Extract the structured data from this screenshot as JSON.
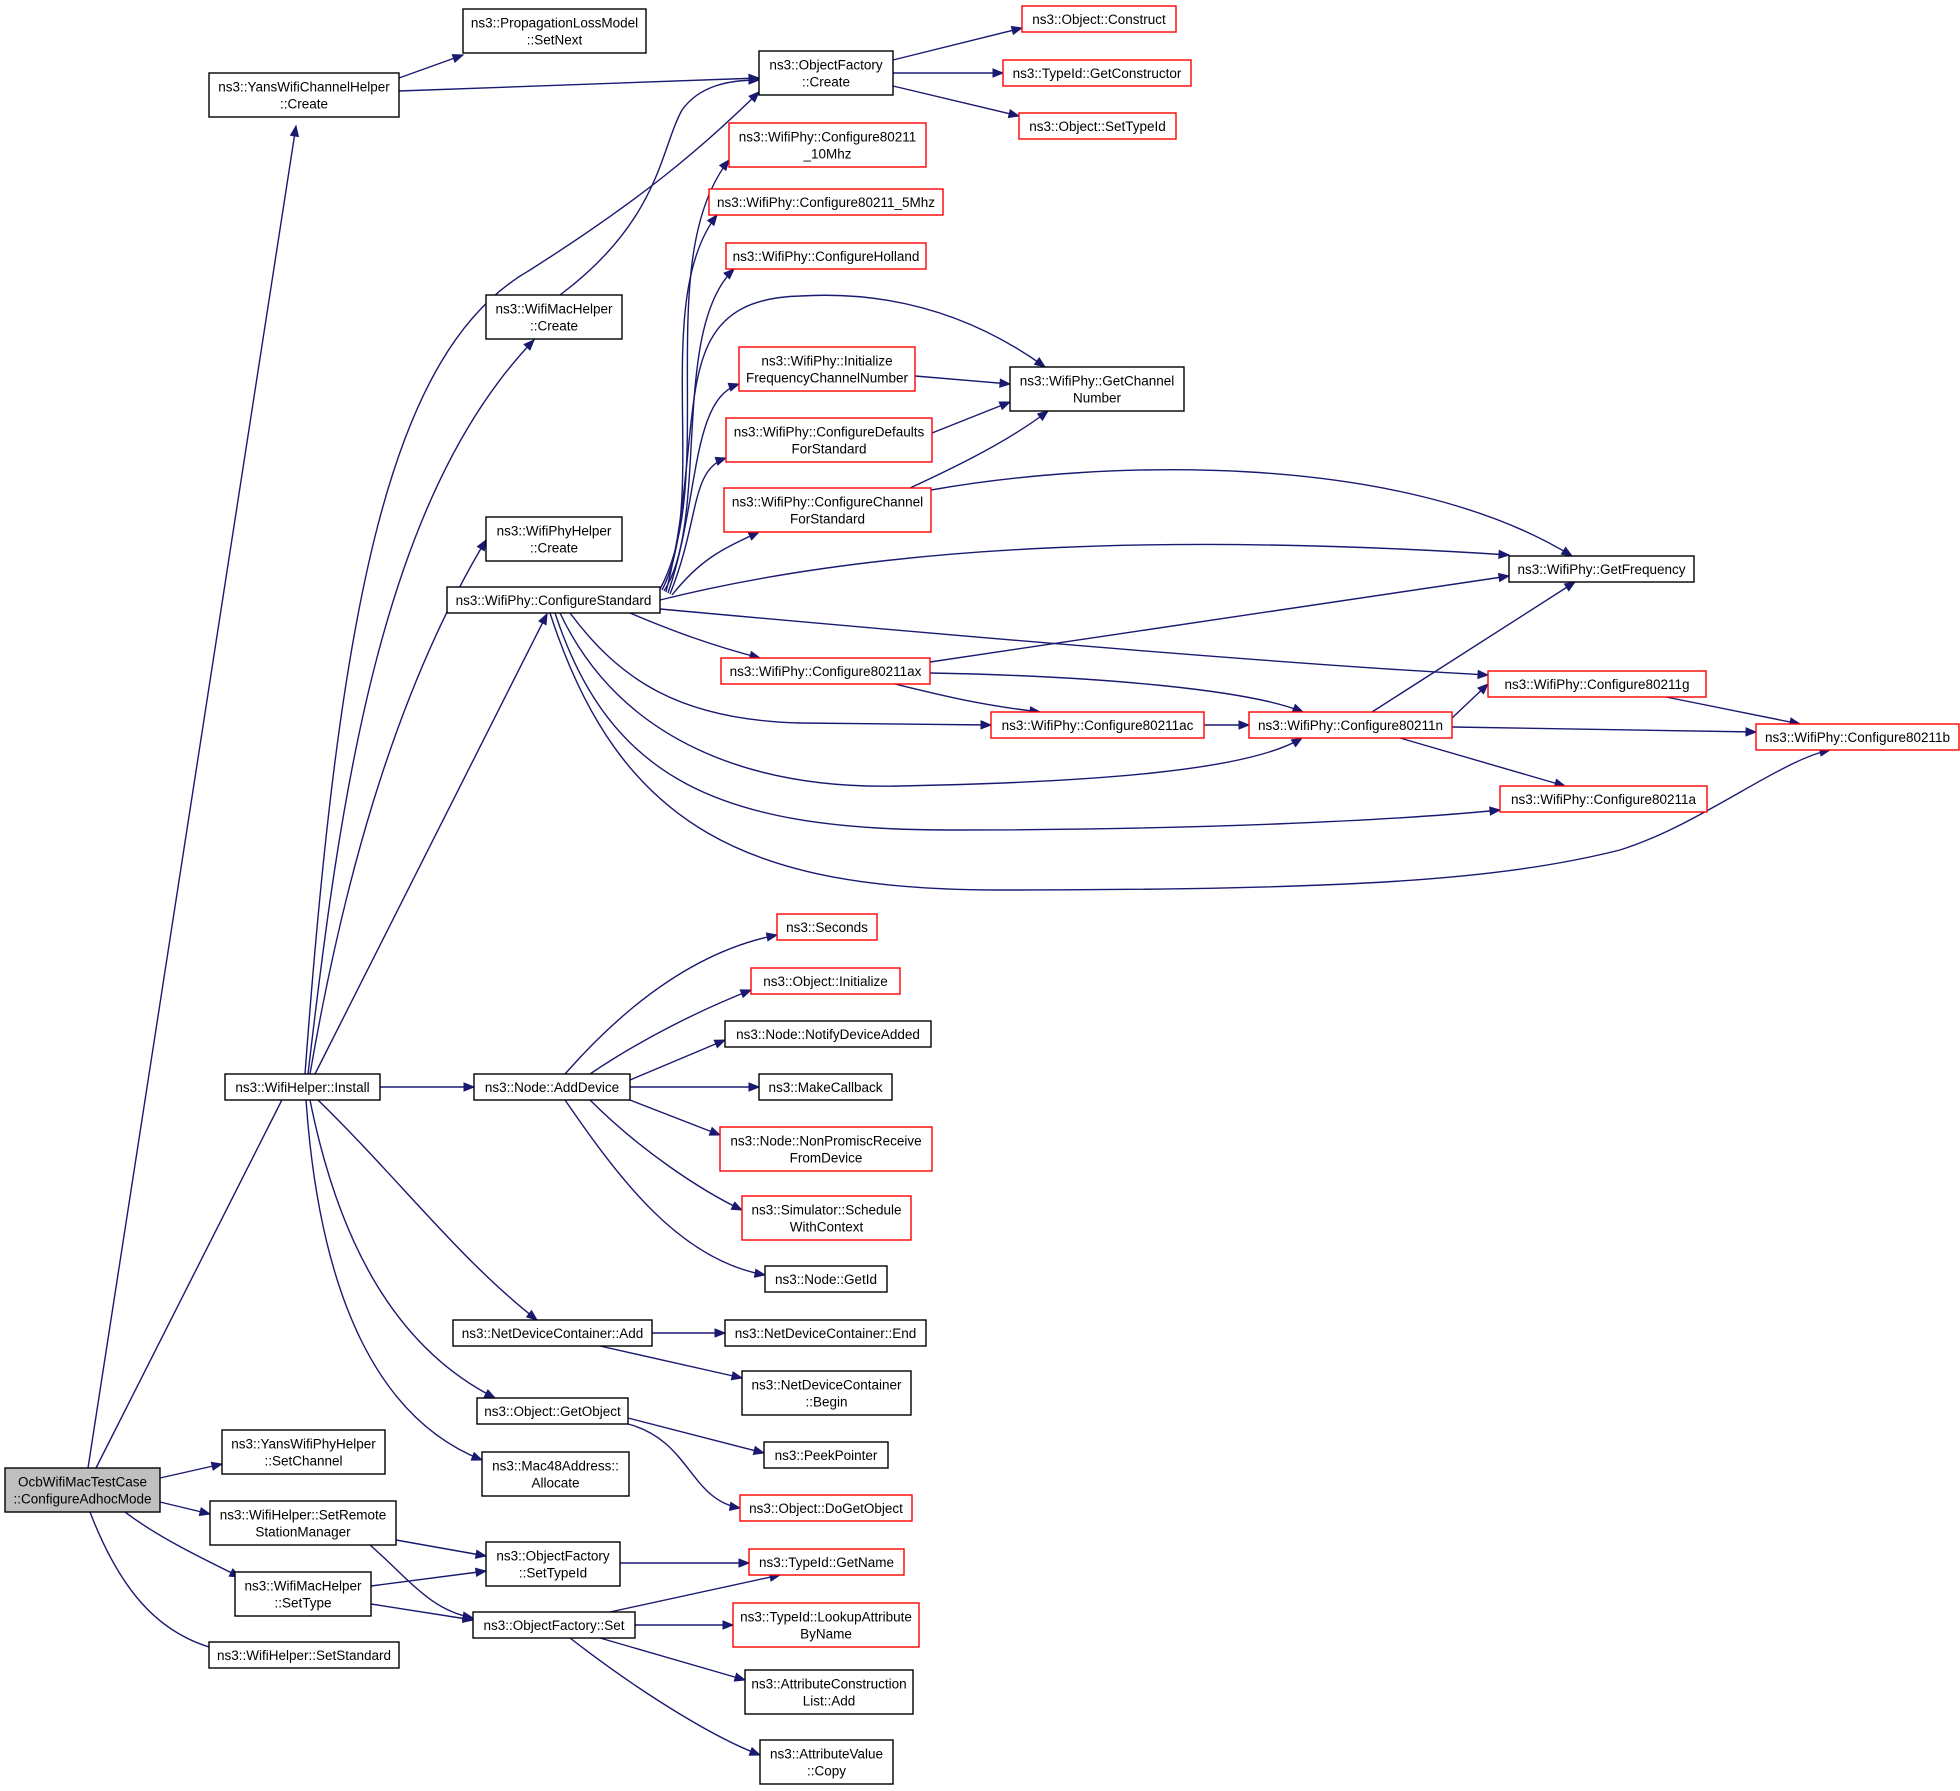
{
  "colors": {
    "edge": "#191970",
    "node_fill": "#ffffff",
    "node_border_documented": "#000000",
    "node_border_undocumented": "#ff0000",
    "root_fill": "#bfbfbf",
    "text": "#000000"
  },
  "nodes": [
    {
      "id": "root",
      "lines": [
        "OcbWifiMacTestCase",
        "::ConfigureAdhocMode"
      ],
      "style": "root"
    },
    {
      "id": "yans_chan_create",
      "lines": [
        "ns3::YansWifiChannelHelper",
        "::Create"
      ],
      "style": "black"
    },
    {
      "id": "prop_setnext",
      "lines": [
        "ns3::PropagationLossModel",
        "::SetNext"
      ],
      "style": "black"
    },
    {
      "id": "objfac_create",
      "lines": [
        "ns3::ObjectFactory",
        "::Create"
      ],
      "style": "black"
    },
    {
      "id": "obj_construct",
      "lines": [
        "ns3::Object::Construct"
      ],
      "style": "red"
    },
    {
      "id": "typeid_getctor",
      "lines": [
        "ns3::TypeId::GetConstructor"
      ],
      "style": "red"
    },
    {
      "id": "obj_settypeid",
      "lines": [
        "ns3::Object::SetTypeId"
      ],
      "style": "red"
    },
    {
      "id": "cfg_10mhz",
      "lines": [
        "ns3::WifiPhy::Configure80211",
        "_10Mhz"
      ],
      "style": "red"
    },
    {
      "id": "cfg_5mhz",
      "lines": [
        "ns3::WifiPhy::Configure80211_5Mhz"
      ],
      "style": "red"
    },
    {
      "id": "cfg_holland",
      "lines": [
        "ns3::WifiPhy::ConfigureHolland"
      ],
      "style": "red"
    },
    {
      "id": "macH_create",
      "lines": [
        "ns3::WifiMacHelper",
        "::Create"
      ],
      "style": "black"
    },
    {
      "id": "init_freq",
      "lines": [
        "ns3::WifiPhy::Initialize",
        "FrequencyChannelNumber"
      ],
      "style": "red"
    },
    {
      "id": "get_chan",
      "lines": [
        "ns3::WifiPhy::GetChannel",
        "Number"
      ],
      "style": "black"
    },
    {
      "id": "cfg_defaults",
      "lines": [
        "ns3::WifiPhy::ConfigureDefaults",
        "ForStandard"
      ],
      "style": "red"
    },
    {
      "id": "cfg_channel",
      "lines": [
        "ns3::WifiPhy::ConfigureChannel",
        "ForStandard"
      ],
      "style": "red"
    },
    {
      "id": "phyH_create",
      "lines": [
        "ns3::WifiPhyHelper",
        "::Create"
      ],
      "style": "black"
    },
    {
      "id": "cfg_std",
      "lines": [
        "ns3::WifiPhy::ConfigureStandard"
      ],
      "style": "black"
    },
    {
      "id": "get_freq",
      "lines": [
        "ns3::WifiPhy::GetFrequency"
      ],
      "style": "black"
    },
    {
      "id": "cfg_ax",
      "lines": [
        "ns3::WifiPhy::Configure80211ax"
      ],
      "style": "red"
    },
    {
      "id": "cfg_g",
      "lines": [
        "ns3::WifiPhy::Configure80211g"
      ],
      "style": "red"
    },
    {
      "id": "cfg_ac",
      "lines": [
        "ns3::WifiPhy::Configure80211ac"
      ],
      "style": "red"
    },
    {
      "id": "cfg_n",
      "lines": [
        "ns3::WifiPhy::Configure80211n"
      ],
      "style": "red"
    },
    {
      "id": "cfg_b",
      "lines": [
        "ns3::WifiPhy::Configure80211b"
      ],
      "style": "red"
    },
    {
      "id": "cfg_a",
      "lines": [
        "ns3::WifiPhy::Configure80211a"
      ],
      "style": "red"
    },
    {
      "id": "seconds",
      "lines": [
        "ns3::Seconds"
      ],
      "style": "red"
    },
    {
      "id": "obj_init",
      "lines": [
        "ns3::Object::Initialize"
      ],
      "style": "red"
    },
    {
      "id": "notify_dev",
      "lines": [
        "ns3::Node::NotifyDeviceAdded"
      ],
      "style": "black"
    },
    {
      "id": "wifiH_install",
      "lines": [
        "ns3::WifiHelper::Install"
      ],
      "style": "black"
    },
    {
      "id": "node_adddev",
      "lines": [
        "ns3::Node::AddDevice"
      ],
      "style": "black"
    },
    {
      "id": "make_cb",
      "lines": [
        "ns3::MakeCallback"
      ],
      "style": "black"
    },
    {
      "id": "nonpromisc",
      "lines": [
        "ns3::Node::NonPromiscReceive",
        "FromDevice"
      ],
      "style": "red"
    },
    {
      "id": "sched_ctx",
      "lines": [
        "ns3::Simulator::Schedule",
        "WithContext"
      ],
      "style": "red"
    },
    {
      "id": "node_getid",
      "lines": [
        "ns3::Node::GetId"
      ],
      "style": "black"
    },
    {
      "id": "ndc_add",
      "lines": [
        "ns3::NetDeviceContainer::Add"
      ],
      "style": "black"
    },
    {
      "id": "ndc_end",
      "lines": [
        "ns3::NetDeviceContainer::End"
      ],
      "style": "black"
    },
    {
      "id": "ndc_begin",
      "lines": [
        "ns3::NetDeviceContainer",
        "::Begin"
      ],
      "style": "black"
    },
    {
      "id": "obj_getobj",
      "lines": [
        "ns3::Object::GetObject"
      ],
      "style": "black"
    },
    {
      "id": "peek",
      "lines": [
        "ns3::PeekPointer"
      ],
      "style": "black"
    },
    {
      "id": "mac48",
      "lines": [
        "ns3::Mac48Address::",
        "Allocate"
      ],
      "style": "black"
    },
    {
      "id": "dogetobj",
      "lines": [
        "ns3::Object::DoGetObject"
      ],
      "style": "red"
    },
    {
      "id": "yans_phy_setchan",
      "lines": [
        "ns3::YansWifiPhyHelper",
        "::SetChannel"
      ],
      "style": "black"
    },
    {
      "id": "wifiH_setremote",
      "lines": [
        "ns3::WifiHelper::SetRemote",
        "StationManager"
      ],
      "style": "black"
    },
    {
      "id": "objfac_settypeid",
      "lines": [
        "ns3::ObjectFactory",
        "::SetTypeId"
      ],
      "style": "black"
    },
    {
      "id": "typeid_getname",
      "lines": [
        "ns3::TypeId::GetName"
      ],
      "style": "red"
    },
    {
      "id": "macH_settype",
      "lines": [
        "ns3::WifiMacHelper",
        "::SetType"
      ],
      "style": "black"
    },
    {
      "id": "objfac_set",
      "lines": [
        "ns3::ObjectFactory::Set"
      ],
      "style": "black"
    },
    {
      "id": "lookup_attr",
      "lines": [
        "ns3::TypeId::LookupAttribute",
        "ByName"
      ],
      "style": "red"
    },
    {
      "id": "attr_list_add",
      "lines": [
        "ns3::AttributeConstruction",
        "List::Add"
      ],
      "style": "black"
    },
    {
      "id": "attr_copy",
      "lines": [
        "ns3::AttributeValue",
        "::Copy"
      ],
      "style": "black"
    },
    {
      "id": "wifiH_setstd",
      "lines": [
        "ns3::WifiHelper::SetStandard"
      ],
      "style": "black"
    }
  ],
  "edges": [
    [
      "root",
      "yans_chan_create"
    ],
    [
      "root",
      "wifiH_install"
    ],
    [
      "root",
      "yans_phy_setchan"
    ],
    [
      "root",
      "wifiH_setremote"
    ],
    [
      "root",
      "macH_settype"
    ],
    [
      "root",
      "wifiH_setstd"
    ],
    [
      "yans_chan_create",
      "prop_setnext"
    ],
    [
      "yans_chan_create",
      "objfac_create"
    ],
    [
      "objfac_create",
      "obj_construct"
    ],
    [
      "objfac_create",
      "typeid_getctor"
    ],
    [
      "objfac_create",
      "obj_settypeid"
    ],
    [
      "wifiH_install",
      "objfac_create"
    ],
    [
      "wifiH_install",
      "macH_create"
    ],
    [
      "wifiH_install",
      "phyH_create"
    ],
    [
      "wifiH_install",
      "cfg_std"
    ],
    [
      "wifiH_install",
      "node_adddev"
    ],
    [
      "wifiH_install",
      "ndc_add"
    ],
    [
      "wifiH_install",
      "obj_getobj"
    ],
    [
      "wifiH_install",
      "mac48"
    ],
    [
      "macH_create",
      "objfac_create"
    ],
    [
      "cfg_std",
      "cfg_10mhz"
    ],
    [
      "cfg_std",
      "cfg_5mhz"
    ],
    [
      "cfg_std",
      "cfg_holland"
    ],
    [
      "cfg_std",
      "get_chan"
    ],
    [
      "cfg_std",
      "init_freq"
    ],
    [
      "cfg_std",
      "cfg_defaults"
    ],
    [
      "cfg_std",
      "cfg_channel"
    ],
    [
      "cfg_std",
      "get_freq"
    ],
    [
      "cfg_std",
      "cfg_g"
    ],
    [
      "cfg_std",
      "cfg_ax"
    ],
    [
      "cfg_std",
      "cfg_ac"
    ],
    [
      "cfg_std",
      "cfg_n"
    ],
    [
      "cfg_std",
      "cfg_a"
    ],
    [
      "cfg_std",
      "cfg_b"
    ],
    [
      "init_freq",
      "get_chan"
    ],
    [
      "cfg_defaults",
      "get_chan"
    ],
    [
      "cfg_channel",
      "get_chan"
    ],
    [
      "cfg_channel",
      "get_freq"
    ],
    [
      "cfg_ax",
      "get_freq"
    ],
    [
      "cfg_ax",
      "cfg_ac"
    ],
    [
      "cfg_ax",
      "cfg_n"
    ],
    [
      "cfg_ac",
      "cfg_n"
    ],
    [
      "cfg_n",
      "get_freq"
    ],
    [
      "cfg_n",
      "cfg_g"
    ],
    [
      "cfg_n",
      "cfg_b"
    ],
    [
      "cfg_n",
      "cfg_a"
    ],
    [
      "cfg_g",
      "cfg_b"
    ],
    [
      "node_adddev",
      "seconds"
    ],
    [
      "node_adddev",
      "obj_init"
    ],
    [
      "node_adddev",
      "notify_dev"
    ],
    [
      "node_adddev",
      "make_cb"
    ],
    [
      "node_adddev",
      "nonpromisc"
    ],
    [
      "node_adddev",
      "sched_ctx"
    ],
    [
      "node_adddev",
      "node_getid"
    ],
    [
      "ndc_add",
      "ndc_end"
    ],
    [
      "ndc_add",
      "ndc_begin"
    ],
    [
      "obj_getobj",
      "peek"
    ],
    [
      "obj_getobj",
      "dogetobj"
    ],
    [
      "wifiH_setremote",
      "objfac_settypeid"
    ],
    [
      "wifiH_setremote",
      "objfac_set"
    ],
    [
      "macH_settype",
      "objfac_settypeid"
    ],
    [
      "macH_settype",
      "objfac_set"
    ],
    [
      "objfac_settypeid",
      "typeid_getname"
    ],
    [
      "objfac_set",
      "typeid_getname"
    ],
    [
      "objfac_set",
      "lookup_attr"
    ],
    [
      "objfac_set",
      "attr_list_add"
    ],
    [
      "objfac_set",
      "attr_copy"
    ]
  ]
}
